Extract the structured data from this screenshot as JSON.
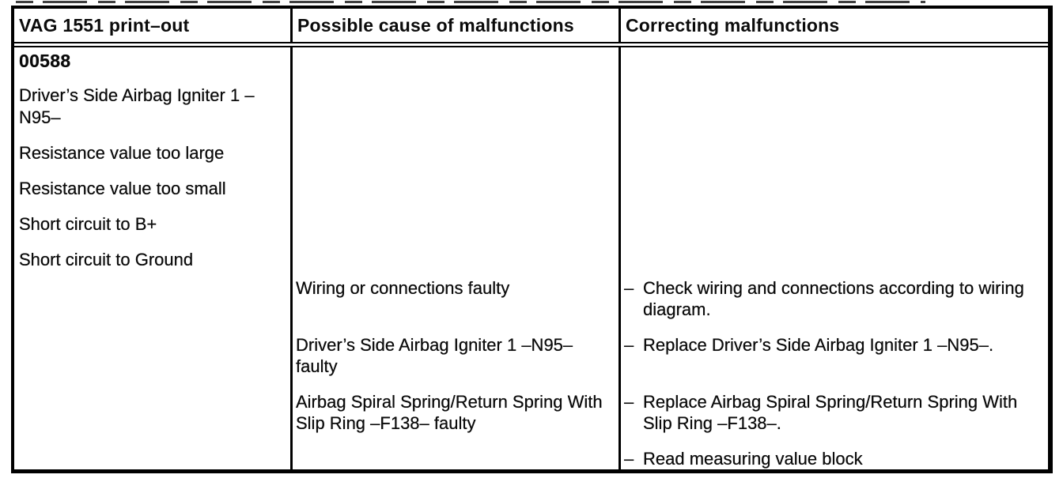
{
  "table": {
    "headers": [
      "VAG 1551 print–out",
      "Possible cause of malfunctions",
      "Correcting malfunctions"
    ],
    "fault": {
      "code": "00588",
      "description_lines": [
        "Driver’s Side Airbag Igniter 1 –N95–",
        "Resistance value too large",
        "Resistance value too small",
        "Short circuit to B+",
        "Short circuit to Ground"
      ]
    },
    "entries": [
      {
        "cause": "Wiring or connections faulty",
        "correction": "Check wiring and connections according to wiring diagram."
      },
      {
        "cause": "Driver’s Side Airbag Igniter 1 –N95– faulty",
        "correction": "Replace Driver’s Side Airbag Igniter 1 –N95–."
      },
      {
        "cause": "Airbag Spiral Spring/Return Spring With Slip Ring –F138– faulty",
        "correction": "Replace Airbag Spiral Spring/Return Spring With Slip Ring –F138–."
      },
      {
        "cause": "",
        "correction": "Read measuring value block"
      }
    ],
    "correction_bullet": "–"
  }
}
